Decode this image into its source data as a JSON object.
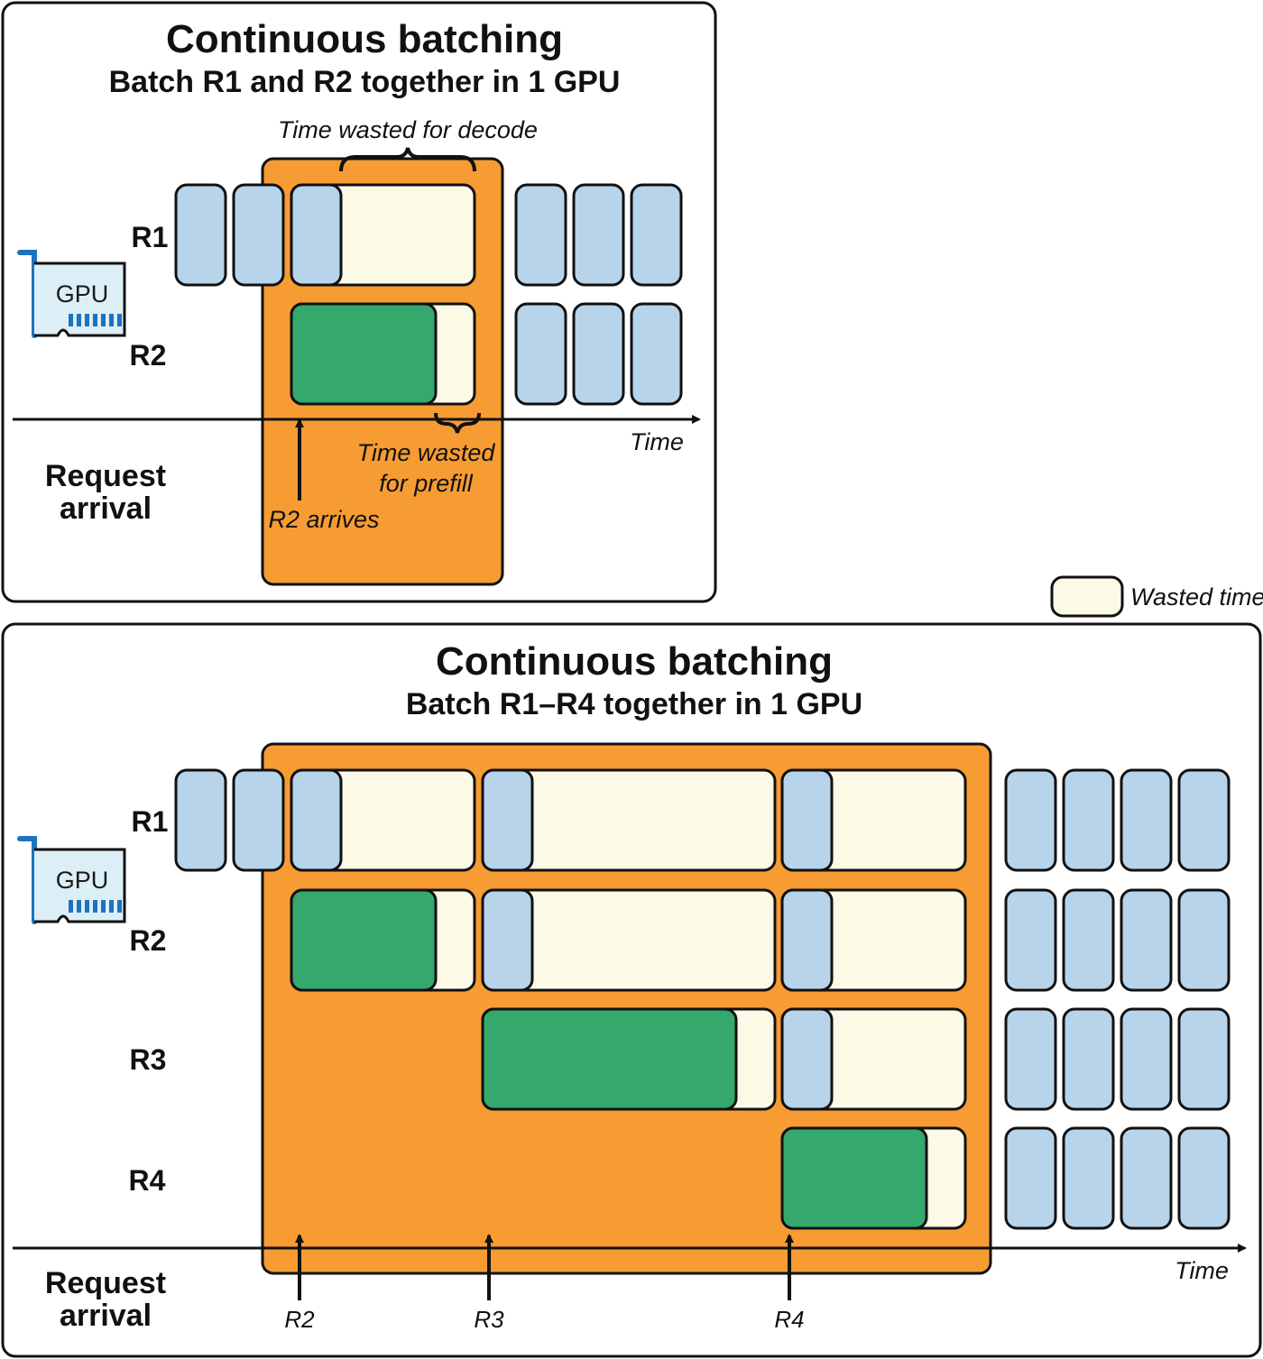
{
  "colors": {
    "orange": "#F69C33",
    "blue": "#B7D4EA",
    "green": "#35A86E",
    "wasted": "#FCF9E6",
    "stroke": "#111111",
    "gpu_blue": "#1E73BE"
  },
  "top_panel": {
    "title": "Continuous batching",
    "subtitle": "Batch R1 and R2 together in 1 GPU",
    "rows": [
      "R1",
      "R2"
    ],
    "gpu_label": "GPU",
    "decode_note": "Time wasted for decode",
    "prefill_note_line1": "Time wasted",
    "prefill_note_line2": "for prefill",
    "arrival_note": "R2 arrives",
    "time_label": "Time",
    "request_line1": "Request",
    "request_line2": "arrival"
  },
  "legend": {
    "label": "Wasted time"
  },
  "bottom_panel": {
    "title": "Continuous batching",
    "subtitle": "Batch R1–R4 together in 1 GPU",
    "rows": [
      "R1",
      "R2",
      "R3",
      "R4"
    ],
    "gpu_label": "GPU",
    "arrivals": [
      "R2",
      "R3",
      "R4"
    ],
    "time_label": "Time",
    "request_line1": "Request",
    "request_line2": "arrival"
  }
}
